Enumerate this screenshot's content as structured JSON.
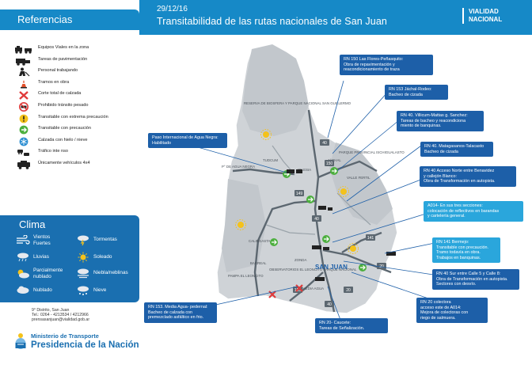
{
  "header": {
    "date": "29/12/16",
    "title": "Transitabilidad de las rutas nacionales de San Juan",
    "logo_line1": "VIALIDAD",
    "logo_line2": "NACIONAL"
  },
  "referencias": {
    "title": "Referencias",
    "items": [
      {
        "label": "Equipos Viales en la zona",
        "icon": "road-equipment-icon"
      },
      {
        "label": "Tareas de pavimentación",
        "icon": "paving-icon"
      },
      {
        "label": "Personal trabajando",
        "icon": "worker-icon"
      },
      {
        "label": "Tramos en obra",
        "icon": "traffic-cone-icon"
      },
      {
        "label": "Corte total de calzada",
        "icon": "road-closed-icon"
      },
      {
        "label": "Prohibido tránsito pesado",
        "icon": "no-trucks-icon"
      },
      {
        "label": "Transitable con extrema precaución",
        "icon": "extreme-caution-icon"
      },
      {
        "label": "Transitable con precaución",
        "icon": "caution-icon"
      },
      {
        "label": "Calzada con hielo / nieve",
        "icon": "snowflake-icon"
      },
      {
        "label": "Tráfico inte nso",
        "icon": "heavy-traffic-icon"
      },
      {
        "label": "Únicamente vehículos 4x4",
        "icon": "four-by-four-icon"
      }
    ]
  },
  "clima": {
    "title": "Clima",
    "items": [
      {
        "label": "Vientos\nFuertes",
        "icon": "wind-icon"
      },
      {
        "label": "Tormentas",
        "icon": "storm-icon"
      },
      {
        "label": "Lluvias",
        "icon": "rain-icon"
      },
      {
        "label": "Soleado",
        "icon": "sun-icon"
      },
      {
        "label": "Parcialmente\nnublado",
        "icon": "partly-cloudy-icon"
      },
      {
        "label": "Niebla/neblinas",
        "icon": "fog-icon"
      },
      {
        "label": "Nublado",
        "icon": "cloud-icon"
      },
      {
        "label": "Nieve",
        "icon": "snow-icon"
      }
    ]
  },
  "contact": {
    "line1": "9° Distrito, San Juan",
    "line2": "Tel.: 0264 - 4213534 / 4212966",
    "line3": "prensasanjuan@vialidad.gob.ar"
  },
  "ministry": {
    "line1": "Ministerio de Transporte",
    "line2": "Presidencia de la Nación"
  },
  "map": {
    "colors": {
      "province": "#cfd3d7",
      "province_edge": "#ffffff",
      "route": "#5c6770",
      "route_light": "#9aa3aa",
      "accent": "#1689c7"
    },
    "regions": {
      "ischigualasto": "RESERVA DE BIOSFERA Y PARQUE NACIONAL SAN GUILLERMO",
      "valle_fertil": "PARQUE PROVINCIAL ISCHIGUALASTO",
      "valle": "VALLE FERTIL",
      "iglesia": "IGLESIA",
      "jachal": "JÁCHAL",
      "tudcum": "TUDCUM",
      "agua_negra": "P° DE AGUA NEGRA",
      "calingasta": "CALINGASTA",
      "barreal": "BARREAL",
      "pampa": "PAMPA EL LEONCITO",
      "leoncito": "OBSERVATORIOS EL LEONCITO PARQUE NACIONAL",
      "zonda": "ZONDA",
      "sanjuan": "SAN JUAN",
      "media_agua": "MEDIA AGUA"
    },
    "route_numbers": [
      "40",
      "150",
      "149",
      "40",
      "141",
      "20",
      "20",
      "40",
      "153"
    ]
  },
  "callouts": [
    {
      "id": "rn150",
      "text": "RN 150 Las Flores-Peñasquito:\nObra de repavimentación y\nreacondicionamiento de traza"
    },
    {
      "id": "rn153j",
      "text": "RN 153 Jáchal-Rodeo:\nBacheo de cizada"
    },
    {
      "id": "rn40w",
      "text": "RN 40. Villicum-Mattas g. Sanchez:\nTareas de bacheo y reacondiciona\nmiento de banquinas."
    },
    {
      "id": "rn40m",
      "text": "RN 40. Matagasanos-Talacasto\nBacheo de cizada"
    },
    {
      "id": "rn40a",
      "text": "RN 40 Acceso Norte entre Benavidez\ny callejón Blanco:\nObra de Transformación en autopista."
    },
    {
      "id": "agua",
      "text": "Paso Internacional de Agua Negra:\nHabilitado"
    },
    {
      "id": "a014",
      "text": "A014- En sus tres secciones:\ncolocación de reflectivos en barandas\ny cartelería general."
    },
    {
      "id": "rn141",
      "text": "RN 141 Bermejo:\nTransitable con precaución.\nTramo todavía en obra.\nTrabajos en banquinas."
    },
    {
      "id": "rn40s",
      "text": "RN 40 Sur entre Calle 5 y Calle 8:\nObra de Transformación en autopista.\nSectores con desvío."
    },
    {
      "id": "rn20c",
      "text": "RN 20 colectora\nacceso este de A014:\nMejora de colectoras con\nriego de salmuera."
    },
    {
      "id": "rn153m",
      "text": "RN 153. Media Agua- pedernal:\nBacheo de calzada con\npremezclado asfáltico en frio."
    },
    {
      "id": "rn20",
      "text": "RN 20- Caucete:\nTareas de Señalización."
    }
  ]
}
